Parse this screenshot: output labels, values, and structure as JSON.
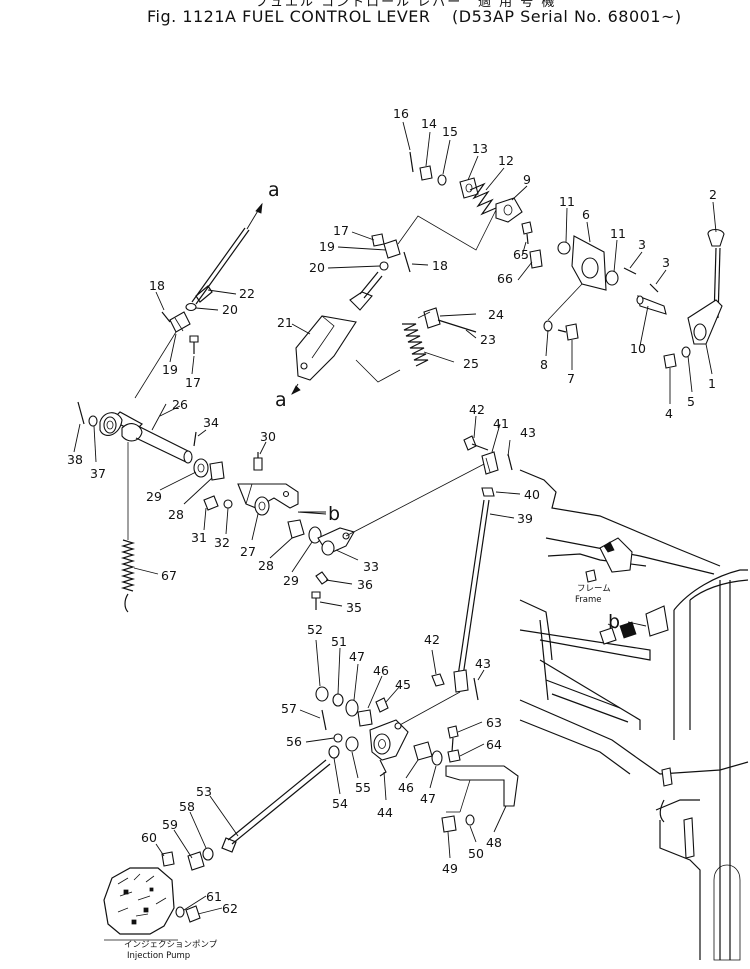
{
  "header": {
    "jp_title": "フュエル コントロール レバー",
    "jp_applicability": "適 用 号 機",
    "figure_title": "Fig. 1121A   FUEL CONTROL LEVER",
    "applicability": "(D53AP Serial No. 68001~)"
  },
  "reference_letters": {
    "a": "a",
    "b": "b"
  },
  "annotations": {
    "frame_jp": "フレーム",
    "frame_en": "Frame",
    "pump_jp": "インジェクションポンプ",
    "pump_en": "Injection Pump"
  },
  "part_numbers": [
    "1",
    "2",
    "3",
    "4",
    "5",
    "6",
    "7",
    "8",
    "9",
    "10",
    "11",
    "12",
    "13",
    "14",
    "15",
    "16",
    "17",
    "18",
    "19",
    "20",
    "21",
    "22",
    "23",
    "24",
    "25",
    "26",
    "27",
    "28",
    "29",
    "30",
    "31",
    "32",
    "33",
    "34",
    "35",
    "36",
    "37",
    "38",
    "39",
    "40",
    "41",
    "42",
    "43",
    "44",
    "45",
    "46",
    "47",
    "48",
    "49",
    "50",
    "51",
    "52",
    "53",
    "54",
    "55",
    "56",
    "57",
    "58",
    "59",
    "60",
    "61",
    "62",
    "63",
    "64",
    "65",
    "66",
    "67"
  ]
}
